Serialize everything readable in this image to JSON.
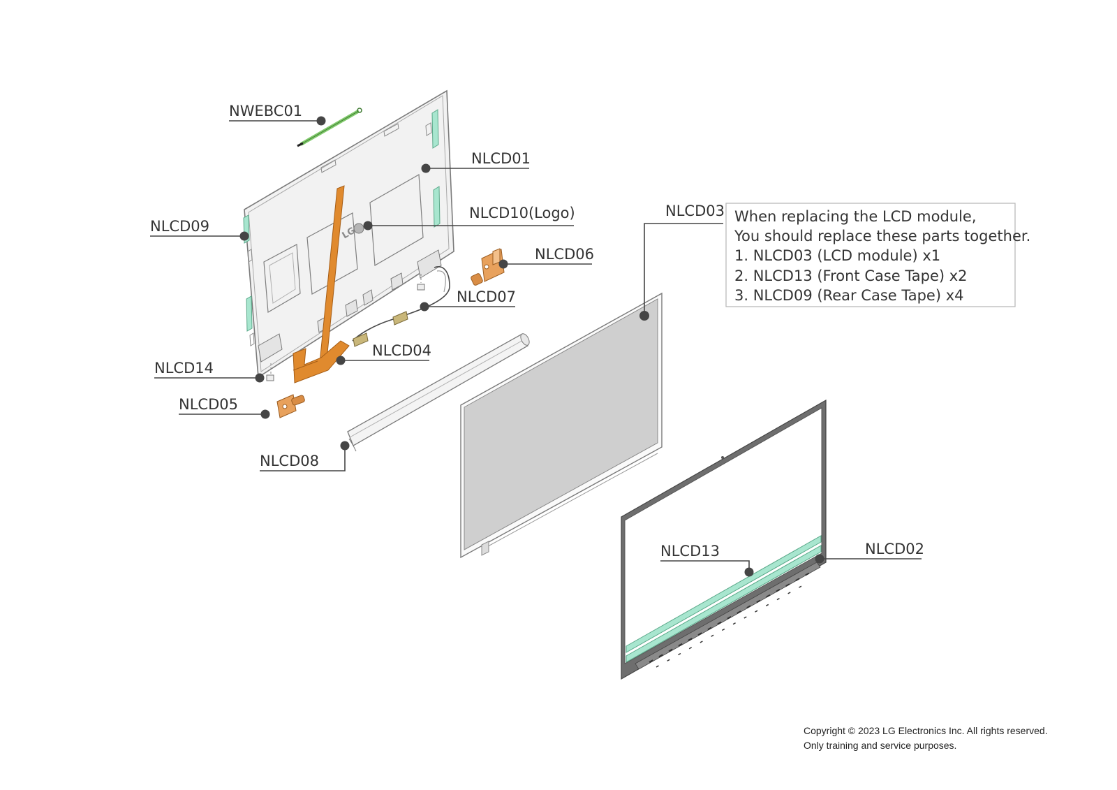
{
  "labels": {
    "nwebc01": "NWEBC01",
    "nlcd01": "NLCD01",
    "nlcd09": "NLCD09",
    "nlcd10": "NLCD10(Logo)",
    "nlcd06": "NLCD06",
    "nlcd07": "NLCD07",
    "nlcd04": "NLCD04",
    "nlcd14": "NLCD14",
    "nlcd05": "NLCD05",
    "nlcd08": "NLCD08",
    "nlcd03": "NLCD03",
    "nlcd13": "NLCD13",
    "nlcd02": "NLCD02"
  },
  "note": {
    "line1": "When replacing the LCD module,",
    "line2": "You should replace these parts together.",
    "line3": "1. NLCD03 (LCD module) x1",
    "line4": "2. NLCD13 (Front Case Tape) x2",
    "line5": "3. NLCD09 (Rear Case Tape) x4"
  },
  "footer": {
    "copyright": "Copyright © 2023 LG Electronics Inc. All rights reserved.",
    "purpose": "Only training and service purposes."
  },
  "colors": {
    "tape": "#a8e6cf",
    "hinge": "#e8a15c",
    "fpc": "#e08a2e",
    "webcam": "#7fc96a",
    "panel": "#cccccc",
    "bezel": "#6e6e6e"
  }
}
